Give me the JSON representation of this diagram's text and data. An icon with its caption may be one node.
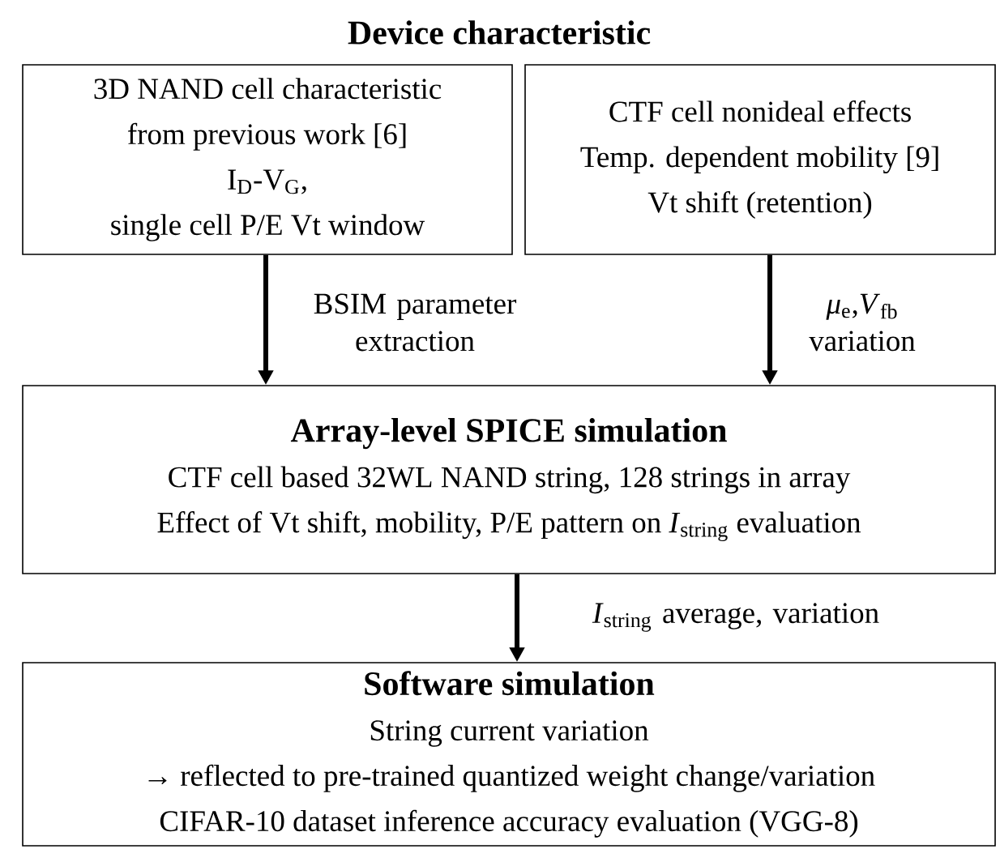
{
  "diagram": {
    "title": "Device characteristic",
    "nodes": [
      {
        "text": [
          "3D NAND cell characteristic",
          "from previous work [6]",
          "I$_{D}$-V$_{G}$,",
          "single cell P/E Vt window"
        ]
      },
      {
        "text": [
          "CTF cell nonideal effects",
          "Temp. dependent mobility [9]",
          "Vt shift (retention)"
        ]
      },
      {
        "text": [
          "Array-level SPICE simulation",
          "CTF cell based 32WL NAND string, 128 strings in array",
          "Effect of Vt shift, mobility, P/E pattern on *I*$_{string}$ evaluation"
        ]
      },
      {
        "text": [
          "Software simulation",
          "String current variation",
          "→ reflected to pre-trained quantized weight change/variation",
          "CIFAR-10 dataset inference accuracy evaluation (VGG-8)"
        ]
      }
    ],
    "edges": [
      {
        "from": 0,
        "to": 2,
        "arrow": "to",
        "label": "BSIM parameter extraction"
      },
      {
        "from": 1,
        "to": 2,
        "arrow": "to",
        "label": "*μ*$_{e}$,*V*$_{fb}$ variation"
      },
      {
        "from": 2,
        "to": 3,
        "arrow": "to",
        "label": "*I*$_{string}$ average, variation"
      }
    ]
  }
}
